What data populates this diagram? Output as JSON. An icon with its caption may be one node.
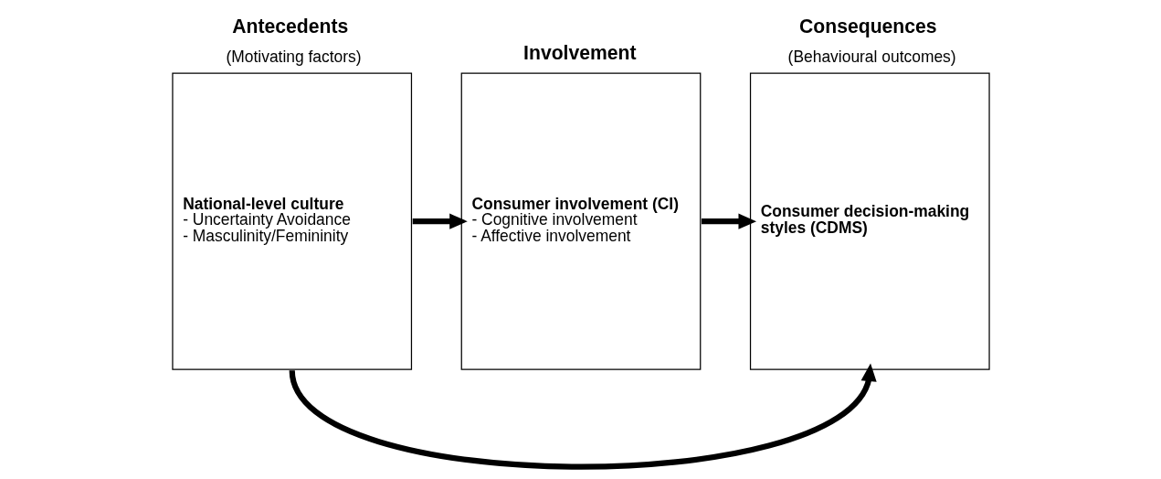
{
  "diagram": {
    "nodes": [
      {
        "text": [
          "Antecedents",
          "(Motivating factors)",
          "National-level culture",
          "- Uncertainty Avoidance",
          "- Masculinity/Femininity"
        ]
      },
      {
        "text": [
          "Involvement",
          "Consumer involvement (CI)",
          "- Cognitive involvement",
          "- Affective involvement"
        ]
      },
      {
        "text": [
          "Consequences",
          "(Behavioural outcomes)",
          "Consumer decision-making styles (CDMS)"
        ]
      }
    ],
    "edges": [
      {
        "from": 0,
        "to": 1,
        "arrow": "to"
      },
      {
        "from": 1,
        "to": 2,
        "arrow": "to"
      },
      {
        "from": 0,
        "to": 2,
        "arrow": "to"
      }
    ]
  }
}
